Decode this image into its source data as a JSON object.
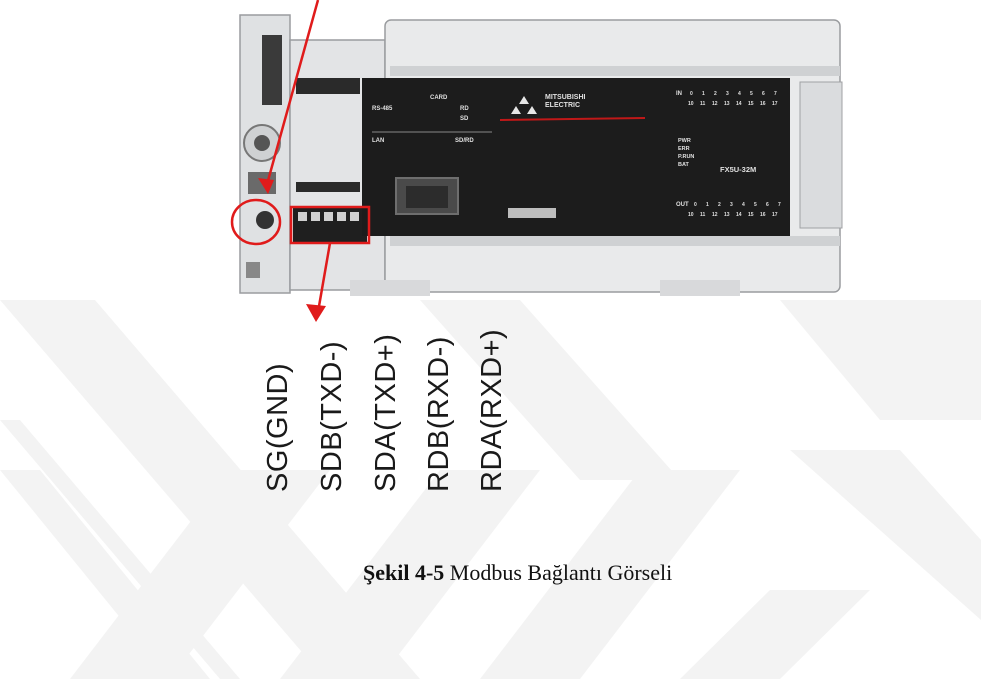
{
  "plc": {
    "brand_line1": "MITSUBISHI",
    "brand_line2": "ELECTRIC",
    "model": "FX5U-32M",
    "port_rs485": "RS-485",
    "port_lan": "LAN",
    "card": "CARD",
    "rd": "RD",
    "sd": "SD",
    "sdrd": "SD/RD",
    "in_label": "IN",
    "out_label": "OUT",
    "status_pwr": "PWR",
    "status_err": "ERR",
    "status_prun": "P.RUN",
    "status_bat": "BAT",
    "io_digits": [
      "0",
      "1",
      "2",
      "3",
      "4",
      "5",
      "6",
      "7"
    ],
    "io_digits_2": [
      "10",
      "11",
      "12",
      "13",
      "14",
      "15",
      "16",
      "17"
    ]
  },
  "terminals": [
    "SG(GND)",
    "SDB(TXD-)",
    "SDA(TXD+)",
    "RDB(RXD-)",
    "RDA(RXD+)"
  ],
  "caption": {
    "number": "Şekil 4-5",
    "text": " Modbus Bağlantı Görseli"
  },
  "colors": {
    "annotation": "#e01b1b",
    "panel": "#1c1c1c",
    "body": "#e8e9ea",
    "watermark": "#f2f2f2"
  }
}
